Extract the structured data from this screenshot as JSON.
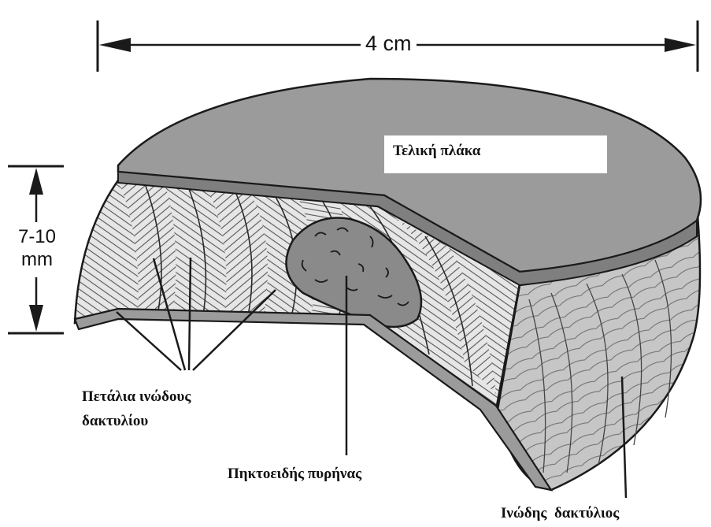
{
  "dimensions": {
    "width_label": "4 cm",
    "height_label_lines": [
      "7-10",
      "mm"
    ]
  },
  "labels": {
    "end_plate": "Τελική πλάκα",
    "annulus_lamellae_lines": [
      "Πετάλια ινώδους",
      "δακτυλίου"
    ],
    "nucleus_pulposus": "Πηκτοειδής πυρήνας",
    "annulus_fibrosus": "Ινώδης  δακτύλιος"
  },
  "colors": {
    "end_plate_fill": "#9b9b9b",
    "nucleus_fill": "#8a8a8a",
    "annulus_outer_fill": "#c6c6c6",
    "cut_face_fill": "#e6e6e6",
    "line": "#1a1a1a"
  }
}
